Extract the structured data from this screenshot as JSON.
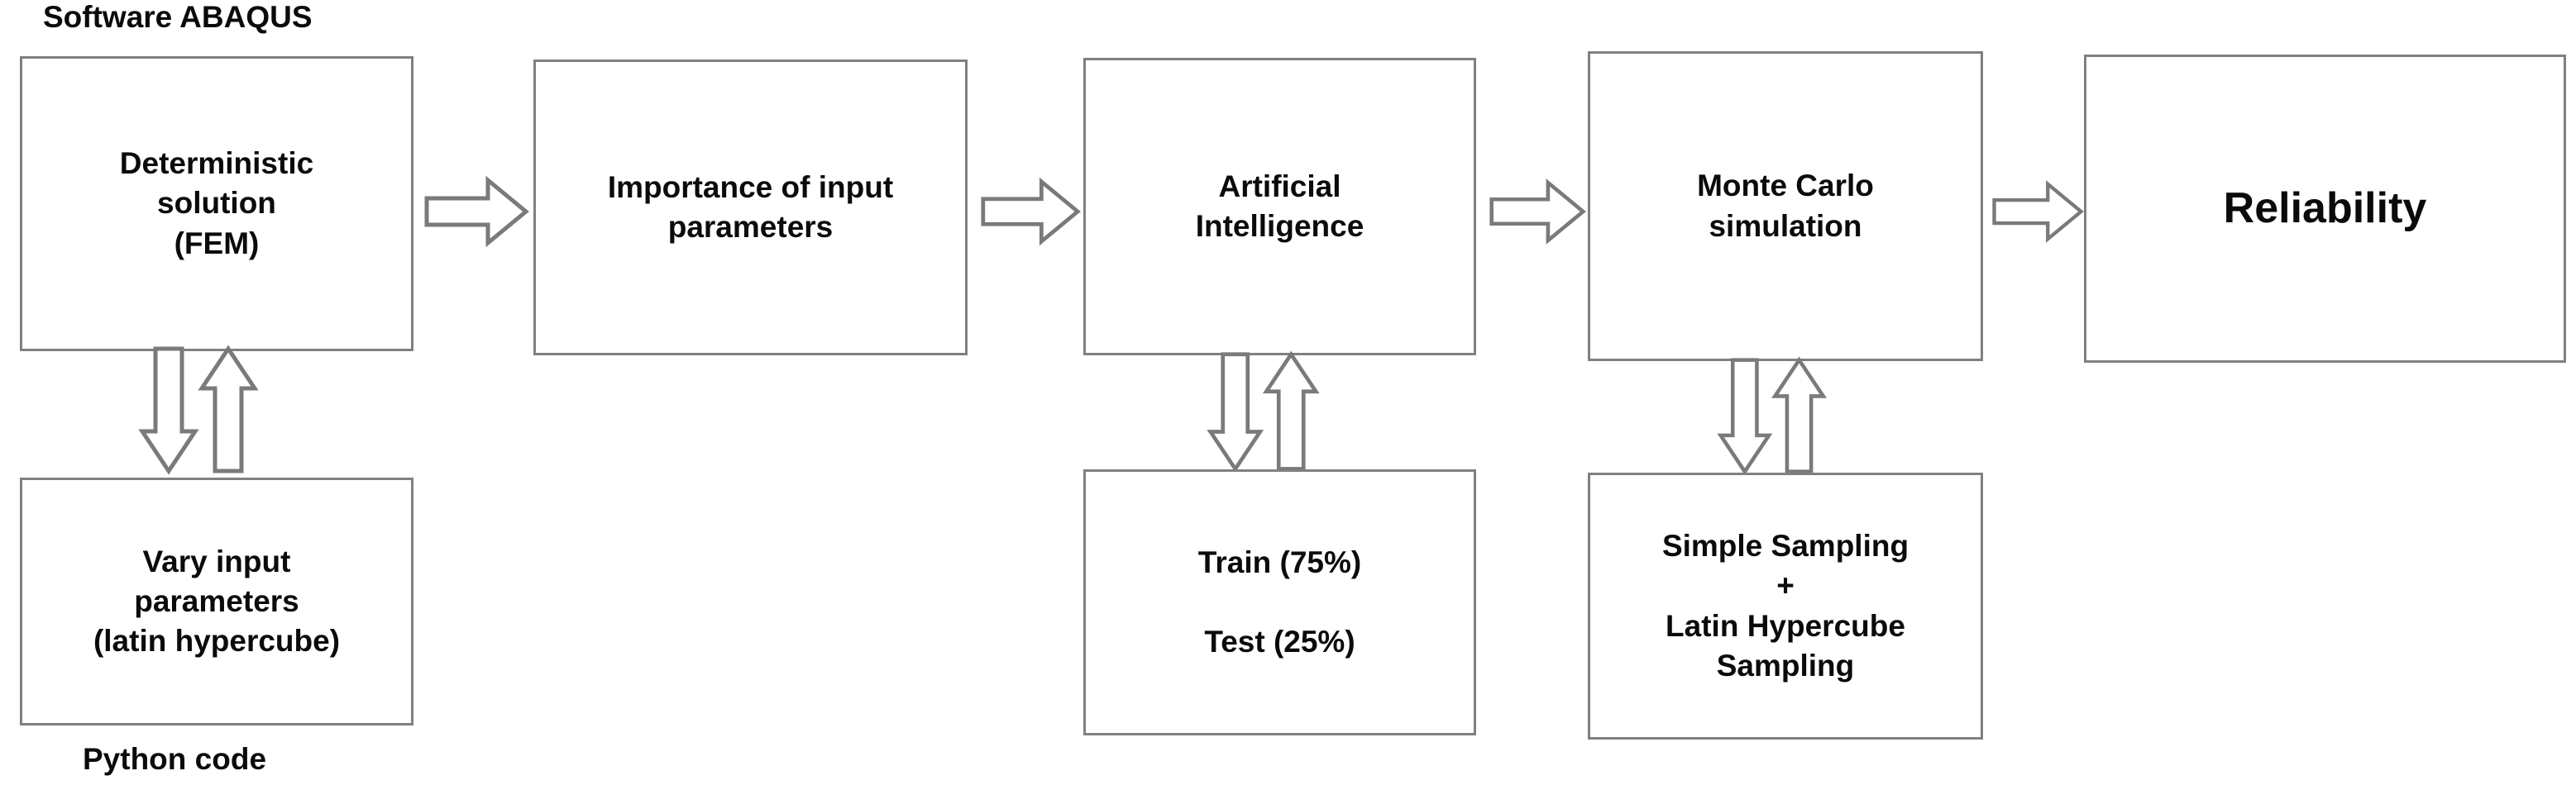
{
  "diagram": {
    "title_caption": "Software ABAQUS",
    "bottom_caption": "Python code",
    "accent_color": "#808080",
    "text_color": "#0b0b0b",
    "background": "#ffffff",
    "top_row": [
      {
        "id": "deterministic-solution",
        "label": "Deterministic\nsolution\n(FEM)",
        "emphasis": false
      },
      {
        "id": "importance-input-parameters",
        "label": "Importance of input\nparameters",
        "emphasis": false
      },
      {
        "id": "artificial-intelligence",
        "label": "Artificial\nIntelligence",
        "emphasis": false
      },
      {
        "id": "monte-carlo-simulation",
        "label": "Monte Carlo\nsimulation",
        "emphasis": false
      },
      {
        "id": "reliability",
        "label": "Reliability",
        "emphasis": true
      }
    ],
    "bottom_row": [
      {
        "id": "vary-input-parameters",
        "label": "Vary input\nparameters\n(latin hypercube)"
      },
      {
        "id": "train-test-split",
        "label": "Train (75%)\n\nTest  (25%)"
      },
      {
        "id": "sampling-methods",
        "label": "Simple Sampling\n+\nLatin Hypercube\nSampling"
      }
    ],
    "flow_arrows": [
      {
        "id": "arrow-deterministic-to-importance",
        "direction": "right"
      },
      {
        "id": "arrow-importance-to-ai",
        "direction": "right"
      },
      {
        "id": "arrow-ai-to-montecarlo",
        "direction": "right"
      },
      {
        "id": "arrow-montecarlo-to-reliability",
        "direction": "right"
      }
    ],
    "bidirectional_links": [
      {
        "id": "link-deterministic-vary-input",
        "down": "down",
        "up": "up"
      },
      {
        "id": "link-ai-train-test",
        "down": "down",
        "up": "up"
      },
      {
        "id": "link-montecarlo-sampling",
        "down": "down",
        "up": "up"
      }
    ]
  }
}
